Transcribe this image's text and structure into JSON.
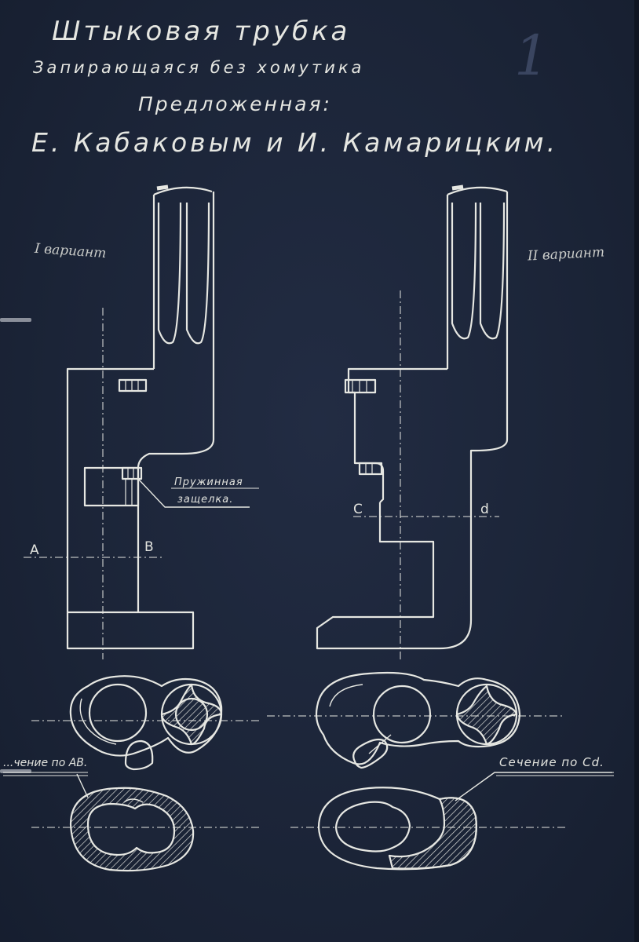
{
  "header": {
    "title": "Штыковая трубка",
    "subtitle": "Запирающаяся без хомутика",
    "proposed": "Предложенная:",
    "authors": "Е. Кабаковым и И. Камарицким."
  },
  "margin_notes": {
    "variant_1": "I вариант",
    "variant_2": "II вариант",
    "sheet_number": "1"
  },
  "labels": {
    "latch_line1": "Пружинная",
    "latch_line2": "защелка.",
    "point_a": "A",
    "point_b": "B",
    "point_c": "C",
    "point_d": "d",
    "section_ab": "...чение по AB.",
    "section_cd": "Сечение по Cd."
  },
  "colors": {
    "paper": "#1c2538",
    "ink": "#e6e7e2"
  }
}
